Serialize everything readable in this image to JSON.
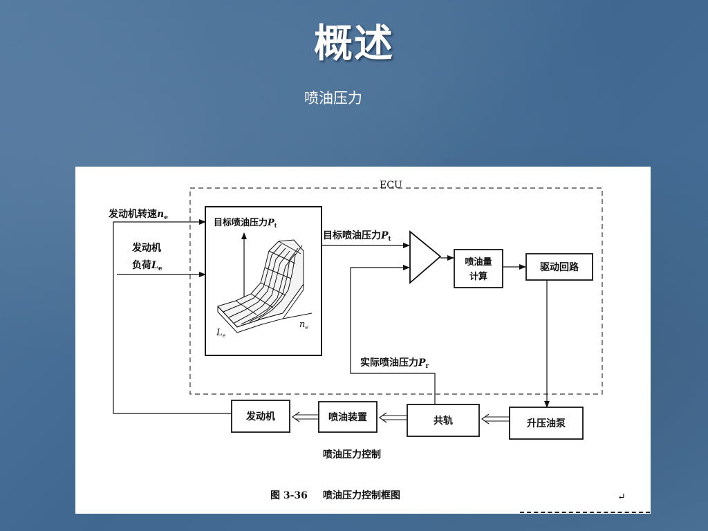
{
  "slide": {
    "title": "概述",
    "subtitle": "喷油压力"
  },
  "diagram": {
    "ecu_label": "ECU",
    "input_speed": "发动机转速",
    "input_speed_sym": "n",
    "input_speed_sub": "e",
    "input_load_line1": "发动机",
    "input_load_line2": "负荷",
    "input_load_sym": "L",
    "input_load_sub": "e",
    "map_title": "目标喷油压力",
    "map_title_sym": "P",
    "map_title_sub": "t",
    "map_axis_load": "L",
    "map_axis_load_sub": "e",
    "map_axis_speed": "n",
    "map_axis_speed_sub": "e",
    "target_signal": "目标喷油压力",
    "target_signal_sym": "P",
    "target_signal_sub": "t",
    "block_injection_calc_line1": "喷油量",
    "block_injection_calc_line2": "计算",
    "block_drive_circuit": "驱动回路",
    "actual_signal": "实际喷油压力",
    "actual_signal_sym": "P",
    "actual_signal_sub": "r",
    "block_engine": "发动机",
    "block_injector": "喷油装置",
    "block_common_rail": "共轨",
    "block_pump": "升压油泵",
    "bottom_label": "喷油压力控制",
    "figure_number": "图 3-36",
    "figure_caption": "喷油压力控制框图",
    "return_mark": "↵"
  }
}
